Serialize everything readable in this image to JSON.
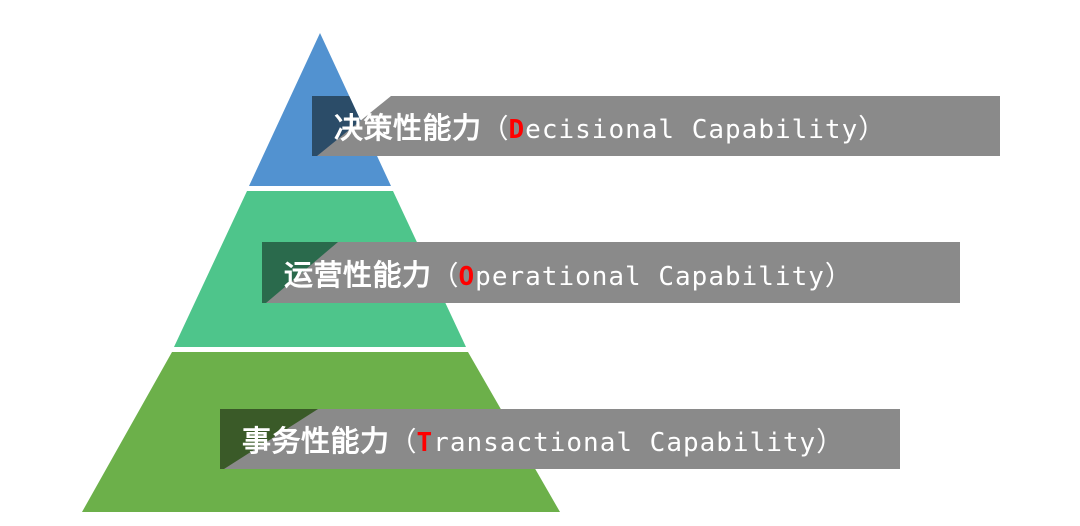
{
  "diagram": {
    "type": "pyramid",
    "title": "",
    "background_color": "#ffffff",
    "banner_color": "#8a8a8a",
    "accent_color": "#ff0000",
    "label_color": "#ffffff",
    "tiers": [
      {
        "id": "decisional",
        "level": 1,
        "position": "top",
        "tier_color": "#5292d0",
        "overlay_color": "#2b4c68",
        "label_cn": "决策性能力",
        "open_paren": "（",
        "initial": "D",
        "label_en_rest": "ecisional Capability",
        "close_paren": "）"
      },
      {
        "id": "operational",
        "level": 2,
        "position": "middle",
        "tier_color": "#4ec58b",
        "overlay_color": "#2a6a4c",
        "label_cn": "运营性能力",
        "open_paren": "（",
        "initial": "O",
        "label_en_rest": "perational Capability",
        "close_paren": "）"
      },
      {
        "id": "transactional",
        "level": 3,
        "position": "bottom",
        "tier_color": "#6cb04a",
        "overlay_color": "#3a5a28",
        "label_cn": "事务性能力",
        "open_paren": "（",
        "initial": "T",
        "label_en_rest": "ransactional Capability",
        "close_paren": "）"
      }
    ]
  }
}
